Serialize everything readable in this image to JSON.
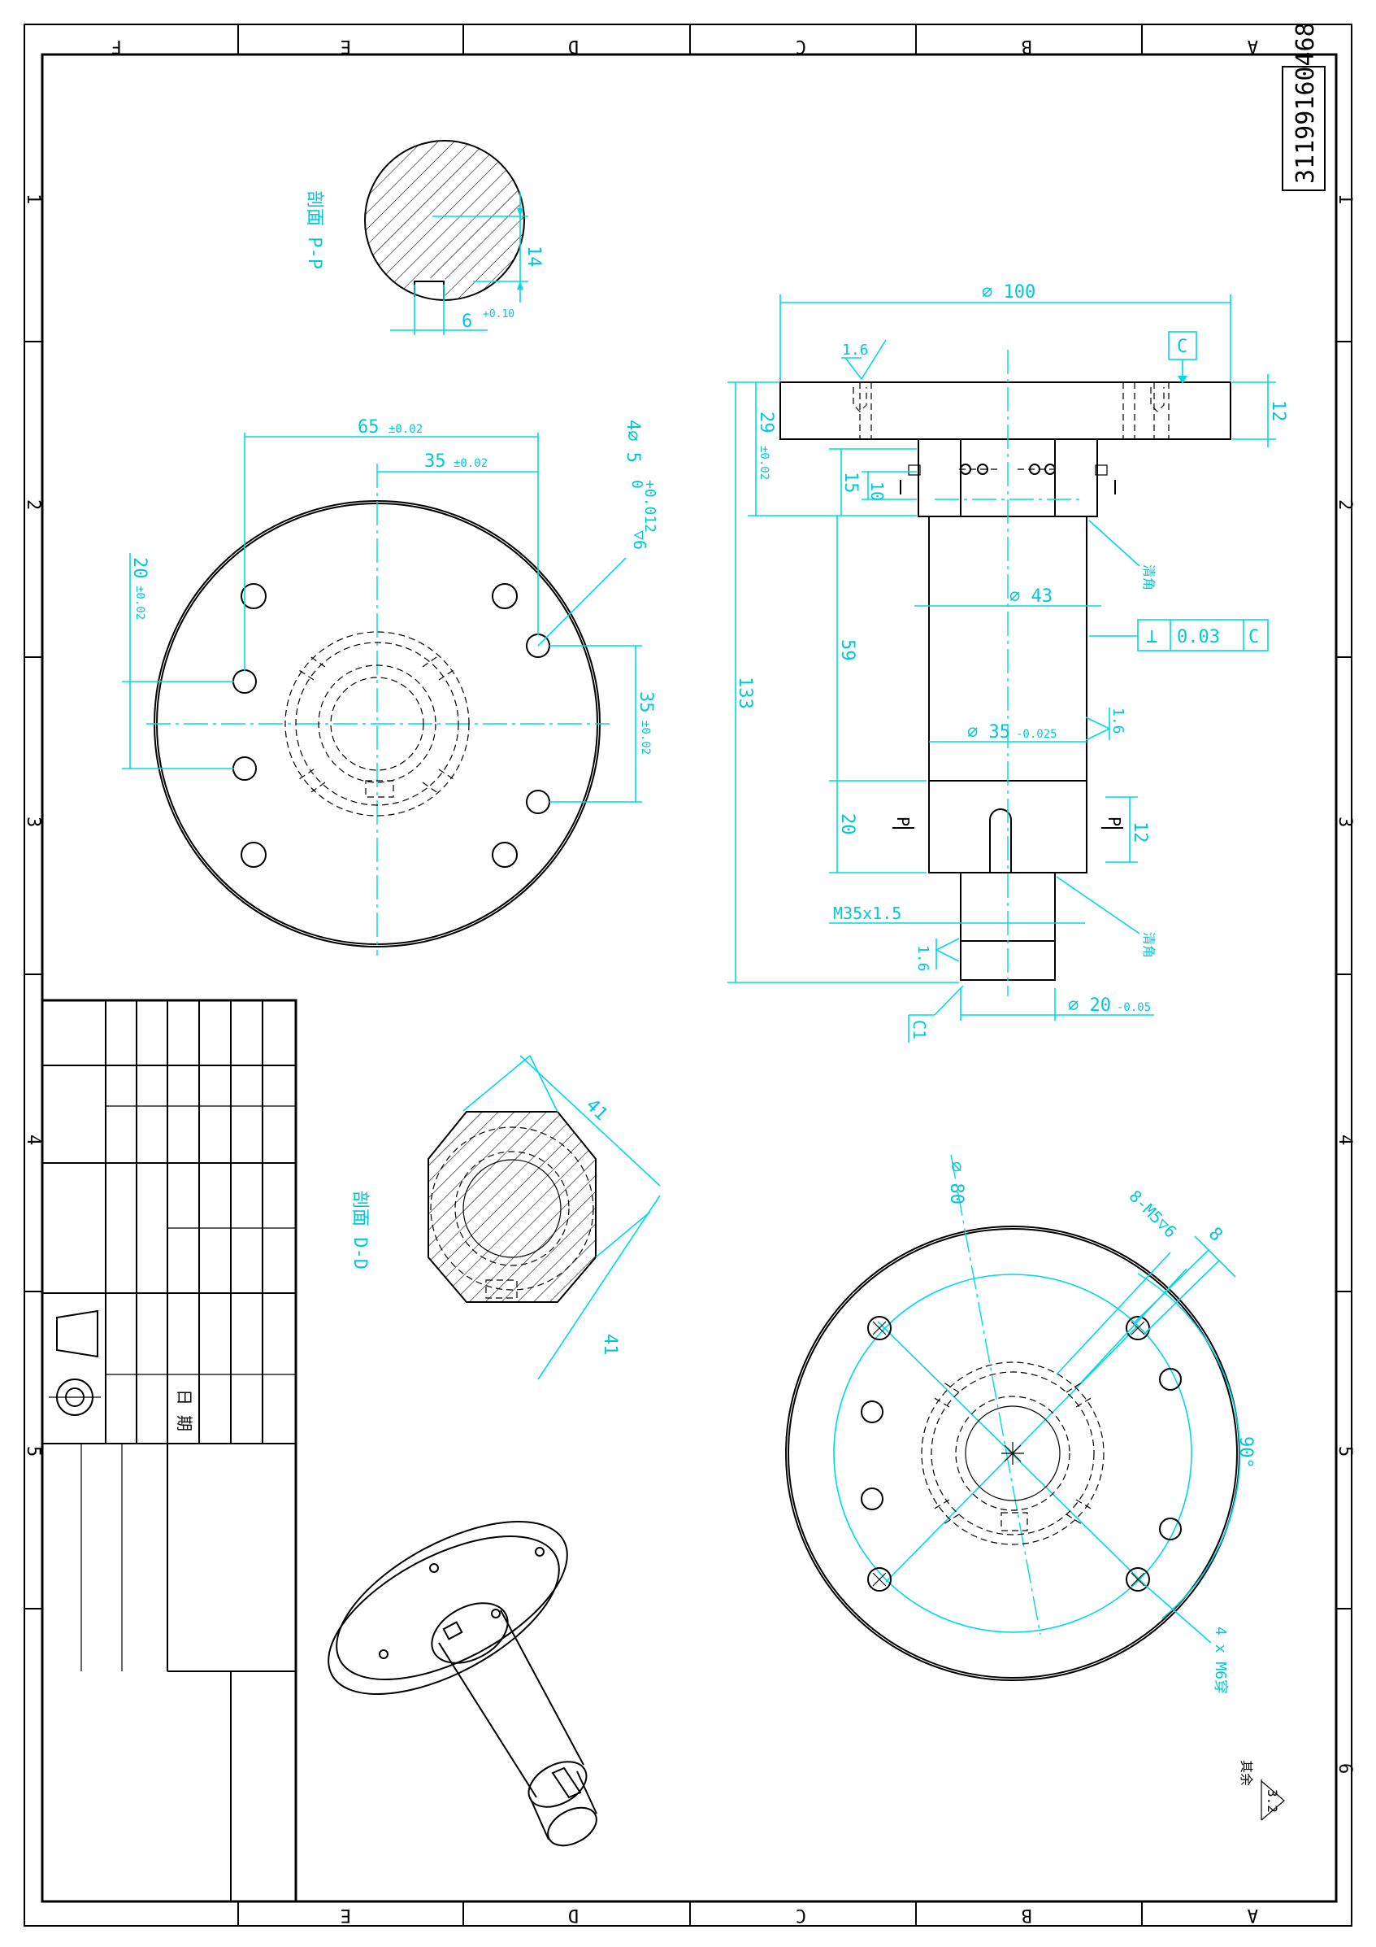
{
  "drawing_number": "31199160468",
  "zone_letters_top": [
    "F",
    "E",
    "D",
    "C",
    "B",
    "A"
  ],
  "zone_letters_bottom": [
    "E",
    "D",
    "C",
    "B",
    "A"
  ],
  "zone_numbers": [
    "1",
    "2",
    "3",
    "4",
    "5",
    "6"
  ],
  "section_pp": {
    "label": "剖面 P-P",
    "dim_14": "14",
    "dim_6": "6",
    "tol_6": "+0.10"
  },
  "section_dd": {
    "label": "剖面 D-D",
    "dim_41a": "41",
    "dim_41b": "41"
  },
  "front_view": {
    "dim_65": "65",
    "tol_65": "±0.02",
    "dim_35": "35",
    "tol_35": "±0.02",
    "dim_20": "20",
    "tol_20": "±0.02",
    "dim_35v": "35",
    "tol_35v": "±0.02",
    "hole_a": "4⌀ 5",
    "hole_b": "+0.012",
    "hole_c": "0",
    "hole_d": "▽6"
  },
  "side_view": {
    "dim_d100": "⌀ 100",
    "dim_12_top": "12",
    "dim_29": "29",
    "tol_29": "±0.02",
    "dim_15": "15",
    "dim_10": "10",
    "dim_59": "59",
    "dim_133": "133",
    "dim_20": "20",
    "dim_12_key": "12",
    "dim_d43": "⌀ 43",
    "dim_d35": "⌀ 35",
    "tol_d35": "-0.025",
    "dim_thread": "M35x1.5",
    "dim_d20": "⌀ 20",
    "tol_d20": "-0.05",
    "dim_c1": "C1",
    "rough_16a": "1.6",
    "rough_16b": "1.6",
    "rough_16c": "1.6",
    "datum": "C",
    "gdt_sym": "⊥",
    "gdt_val": "0.03",
    "gdt_ref": "C",
    "section_p_left": "P",
    "section_p_right": "P",
    "note_chamfer_a": "清角",
    "note_chamfer_b": "清角"
  },
  "bottom_view": {
    "dim_d80": "⌀ 80",
    "dim_8holes": "8-M5▽6",
    "dim_8": "8",
    "dim_90": "90°",
    "dim_m6": "4 x M6穿"
  },
  "title_block": {
    "date_label": "日 期"
  },
  "roughness_note": {
    "label": "其余",
    "value": "3.2"
  }
}
